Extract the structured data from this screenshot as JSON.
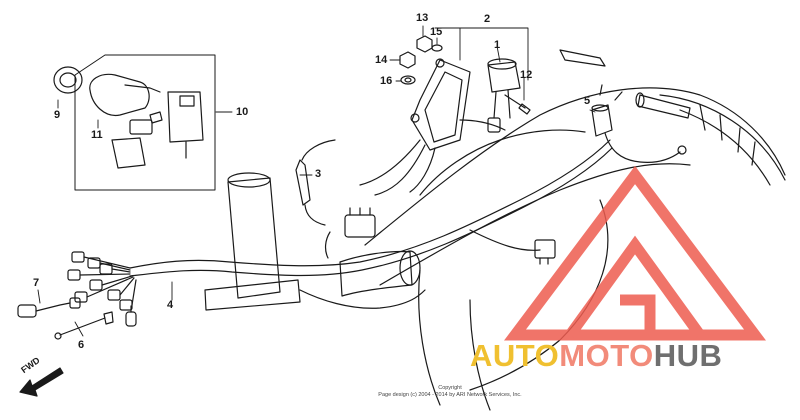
{
  "diagram": {
    "callouts": [
      {
        "key": "c1",
        "label": "1"
      },
      {
        "key": "c2",
        "label": "2"
      },
      {
        "key": "c3",
        "label": "3"
      },
      {
        "key": "c4",
        "label": "4"
      },
      {
        "key": "c5",
        "label": "5"
      },
      {
        "key": "c6",
        "label": "6"
      },
      {
        "key": "c7",
        "label": "7"
      },
      {
        "key": "c9",
        "label": "9"
      },
      {
        "key": "c10",
        "label": "10"
      },
      {
        "key": "c11",
        "label": "11"
      },
      {
        "key": "c12",
        "label": "12"
      },
      {
        "key": "c13",
        "label": "13"
      },
      {
        "key": "c14",
        "label": "14"
      },
      {
        "key": "c15",
        "label": "15"
      },
      {
        "key": "c16",
        "label": "16"
      }
    ],
    "direction_label": "FWD",
    "copyright_line1": "Copyright",
    "copyright_line2": "Page design (c) 2004 - 2014 by ARI Network Services, Inc."
  },
  "watermark": {
    "part1": "AUTO",
    "part2": "MOTO",
    "part3": "HUB",
    "colors": {
      "part1": "#f0c030",
      "part2": "#f28b7a",
      "part3": "#6f6f6f",
      "logo": "#ee5c50"
    }
  }
}
